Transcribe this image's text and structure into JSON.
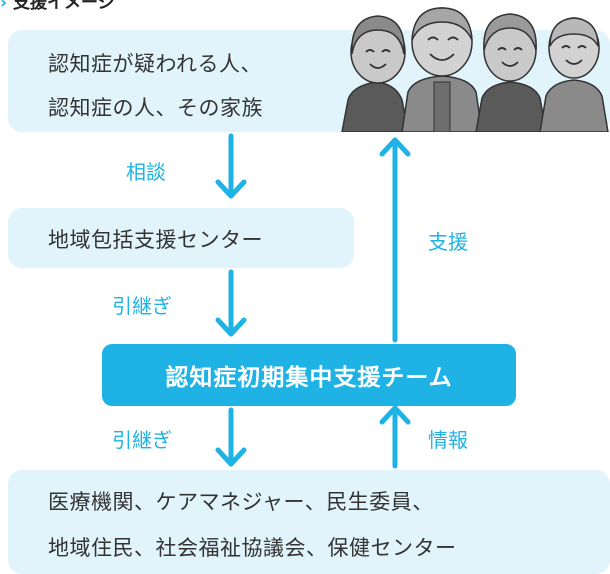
{
  "heading": "支援イメージ",
  "boxes": {
    "top_line1": "認知症が疑われる人、",
    "top_line2": "認知症の人、その家族",
    "center": "地域包括支援センター",
    "team": "認知症初期集中支援チーム",
    "bottom_line1": "医療機関、ケアマネジャー、民生委員、",
    "bottom_line2": "地域住民、社会福祉協議会、保健センター"
  },
  "labels": {
    "consult": "相談",
    "handover1": "引継ぎ",
    "handover2": "引継ぎ",
    "support": "支援",
    "info": "情報"
  },
  "colors": {
    "accent": "#1fb3e5",
    "box_fill": "#e1f3fb"
  }
}
